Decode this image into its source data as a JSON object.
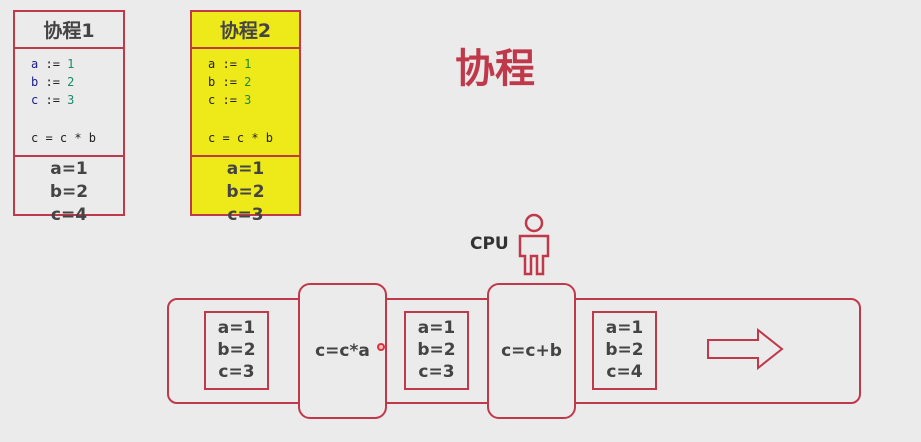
{
  "title": "协程",
  "cpu_label": "CPU",
  "coroutines": [
    {
      "name": "协程1",
      "code": [
        [
          "a",
          ":=",
          "1"
        ],
        [
          "b",
          ":=",
          "2"
        ],
        [
          "c",
          ":=",
          "3"
        ]
      ],
      "stmt": "c = c * b",
      "state": [
        "a=1",
        "b=2",
        "c=4"
      ]
    },
    {
      "name": "协程2",
      "code": [
        [
          "a",
          ":=",
          "1"
        ],
        [
          "b",
          ":=",
          "2"
        ],
        [
          "c",
          ":=",
          "3"
        ]
      ],
      "stmt": "c = c * b",
      "state": [
        "a=1",
        "b=2",
        "c=3"
      ]
    }
  ],
  "timeline": {
    "states": [
      [
        "a=1",
        "b=2",
        "c=3"
      ],
      [
        "a=1",
        "b=2",
        "c=3"
      ],
      [
        "a=1",
        "b=2",
        "c=4"
      ]
    ],
    "ops": [
      "c=c*a",
      "c=c+b"
    ]
  },
  "colors": {
    "accent": "#c0394b",
    "highlight": "#eeea1a"
  }
}
